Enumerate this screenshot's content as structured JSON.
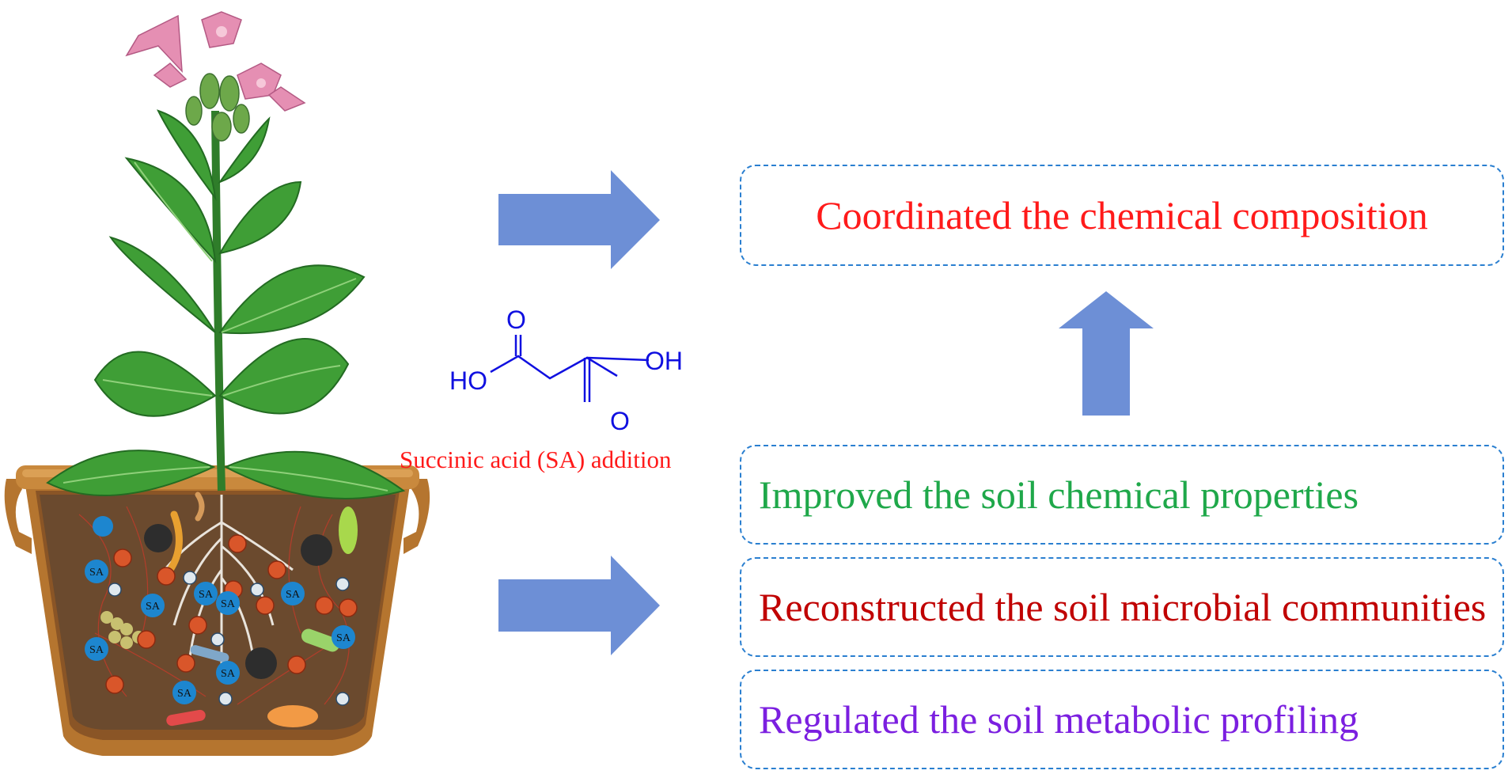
{
  "reagent": {
    "label": "Succinic acid (SA) addition",
    "atoms": {
      "o_top": "O",
      "o_bottom": "O",
      "ho_left": "HO",
      "oh_right": "OH"
    },
    "color_label": "#ff1a1a",
    "color_structure": "#1010e0"
  },
  "outcome_top": {
    "text": "Coordinated the chemical composition",
    "color": "#ff1a1a"
  },
  "soil_effects": [
    {
      "text": "Improved the soil chemical properties",
      "color": "#1fa84a"
    },
    {
      "text": "Reconstructed the soil microbial communities",
      "color": "#c00000"
    },
    {
      "text": "Regulated the soil metabolic profiling",
      "color": "#7b1fe0"
    }
  ],
  "plant_pot": {
    "particle_label": "SA"
  },
  "colors": {
    "arrow": "#6d8fd6",
    "box_border": "#2a7fd0",
    "leaf": "#3f9e36",
    "leaf_dark": "#236b22",
    "soil": "#6b4a2e",
    "pot": "#b5752f",
    "flower": "#e58fb3",
    "sa_particle": "#1d86cf"
  }
}
